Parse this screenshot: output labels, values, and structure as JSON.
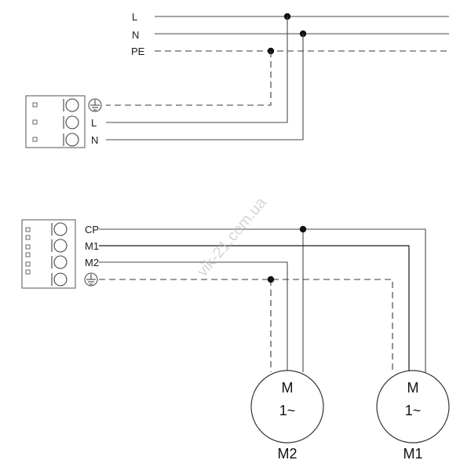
{
  "supply": {
    "l_label": "L",
    "n_label": "N",
    "pe_label": "PE"
  },
  "supply_terminal": {
    "l_label": "L",
    "n_label": "N"
  },
  "control_terminal": {
    "cp_label": "CP",
    "m1_label": "M1",
    "m2_label": "M2"
  },
  "motors": [
    {
      "symbol": "M",
      "phase": "1~",
      "name": "M2"
    },
    {
      "symbol": "M",
      "phase": "1~",
      "name": "M1"
    }
  ],
  "watermark": "vik-21.com.ua",
  "colors": {
    "wire": "#4a4a4a",
    "node": "#111111",
    "background": "#ffffff"
  }
}
